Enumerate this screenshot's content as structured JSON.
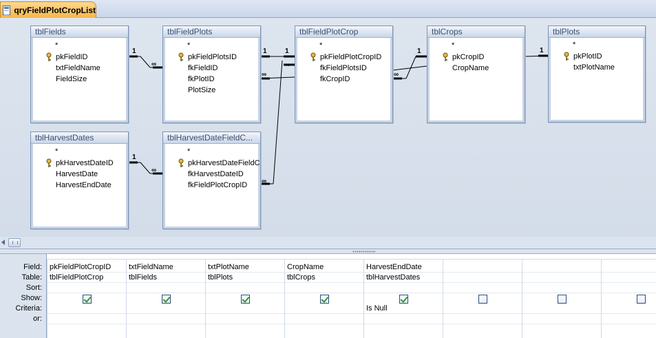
{
  "tab": {
    "title": "qryFieldPlotCropList"
  },
  "tables": [
    {
      "name": "tblFields",
      "fields": [
        "*",
        "pkFieldID",
        "txtFieldName",
        "FieldSize"
      ],
      "key_field": "pkFieldID"
    },
    {
      "name": "tblFieldPlots",
      "fields": [
        "*",
        "pkFieldPlotsID",
        "fkFieldID",
        "fkPlotID",
        "PlotSize"
      ],
      "key_field": "pkFieldPlotsID"
    },
    {
      "name": "tblFieldPlotCrop",
      "fields": [
        "*",
        "pkFieldPlotCropID",
        "fkFieldPlotsID",
        "fkCropID"
      ],
      "key_field": "pkFieldPlotCropID"
    },
    {
      "name": "tblCrops",
      "fields": [
        "*",
        "pkCropID",
        "CropName"
      ],
      "key_field": "pkCropID"
    },
    {
      "name": "tblPlots",
      "fields": [
        "*",
        "pkPlotID",
        "txtPlotName"
      ],
      "key_field": "pkPlotID"
    },
    {
      "name": "tblHarvestDates",
      "fields": [
        "*",
        "pkHarvestDateID",
        "HarvestDate",
        "HarvestEndDate"
      ],
      "key_field": "pkHarvestDateID"
    },
    {
      "name": "tblHarvestDateFieldC...",
      "fields": [
        "*",
        "pkHarvestDateFieldC",
        "fkHarvestDateID",
        "fkFieldPlotCropID"
      ],
      "key_field": "pkHarvestDateFieldC"
    }
  ],
  "relationships": [
    {
      "one": "1",
      "many": "∞"
    },
    {
      "one": "1",
      "many": "∞"
    },
    {
      "one": "1",
      "many": "∞"
    },
    {
      "one": "1",
      "many": "∞"
    },
    {
      "one": "1",
      "many": "∞"
    },
    {
      "one": "1",
      "many": "∞"
    }
  ],
  "grid": {
    "row_labels": [
      "Field:",
      "Table:",
      "Sort:",
      "Show:",
      "Criteria:",
      "or:"
    ],
    "columns": [
      {
        "field": "pkFieldPlotCropID",
        "table": "tblFieldPlotCrop",
        "sort": "",
        "show": true,
        "criteria": "",
        "or": ""
      },
      {
        "field": "txtFieldName",
        "table": "tblFields",
        "sort": "",
        "show": true,
        "criteria": "",
        "or": ""
      },
      {
        "field": "txtPlotName",
        "table": "tblPlots",
        "sort": "",
        "show": true,
        "criteria": "",
        "or": ""
      },
      {
        "field": "CropName",
        "table": "tblCrops",
        "sort": "",
        "show": true,
        "criteria": "",
        "or": ""
      },
      {
        "field": "HarvestEndDate",
        "table": "tblHarvestDates",
        "sort": "",
        "show": true,
        "criteria": "Is Null",
        "or": ""
      },
      {
        "field": "",
        "table": "",
        "sort": "",
        "show": false,
        "criteria": "",
        "or": ""
      },
      {
        "field": "",
        "table": "",
        "sort": "",
        "show": false,
        "criteria": "",
        "or": ""
      },
      {
        "field": "",
        "table": "",
        "sort": "",
        "show": false,
        "criteria": "",
        "or": ""
      }
    ]
  },
  "icons": {
    "tab": "query-icon",
    "primary_key": "key-icon",
    "scroll_left": "arrow-left-icon"
  },
  "colors": {
    "tab_accent": "#f6b54a",
    "design_bg": "#d3dce9",
    "check": "#2a9b2a"
  }
}
